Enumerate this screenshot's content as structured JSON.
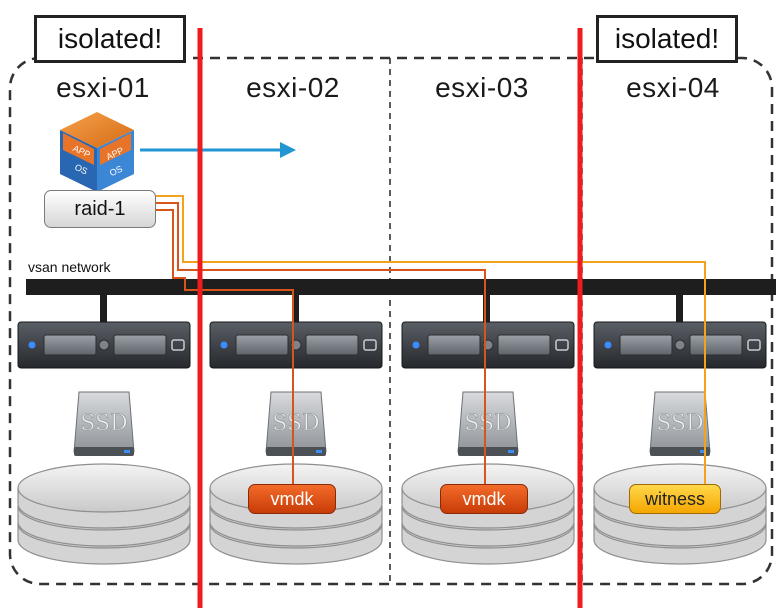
{
  "title": "",
  "hosts": [
    {
      "name": "esxi-01"
    },
    {
      "name": "esxi-02"
    },
    {
      "name": "esxi-03"
    },
    {
      "name": "esxi-04"
    }
  ],
  "isolation_labels": [
    "isolated!",
    "isolated!"
  ],
  "vm": {
    "layers": [
      "APP",
      "OS"
    ]
  },
  "raid_label": "raid-1",
  "network_label": "vsan network",
  "ssd_label": "SSD",
  "objects": [
    {
      "label": "vmdk",
      "host": "esxi-02",
      "kind": "component"
    },
    {
      "label": "vmdk",
      "host": "esxi-03",
      "kind": "component"
    },
    {
      "label": "witness",
      "host": "esxi-04",
      "kind": "witness"
    }
  ],
  "colors": {
    "partition_line": "#ee1c1c",
    "vmotion_arrow": "#2196d3",
    "component": "#e2561a",
    "witness": "#f7b500",
    "component_path": "#d9541a",
    "witness_path": "#f2a21c",
    "network_bar": "#1e1e1e",
    "cluster_border": "#333333"
  }
}
